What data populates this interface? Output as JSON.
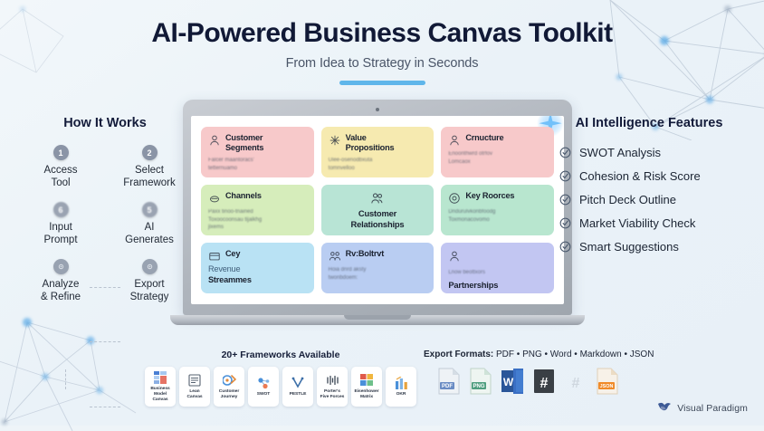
{
  "header": {
    "title": "AI-Powered Business Canvas Toolkit",
    "subtitle": "From Idea to Strategy in Seconds",
    "accent_color": "#5fb6ea"
  },
  "how_it_works": {
    "heading": "How It Works",
    "steps": [
      {
        "badge": "1",
        "label": "Access\nTool"
      },
      {
        "badge": "2",
        "label": "Select\nFramework"
      },
      {
        "badge": "6",
        "label": "Input\nPrompt"
      },
      {
        "badge": "5",
        "label": "AI\nGenerates"
      },
      {
        "badge": "",
        "label": "Analyze\n& Refine"
      },
      {
        "badge": "",
        "label": "Export\nStrategy"
      }
    ]
  },
  "laptop": {
    "canvas_cards": [
      {
        "title": "Customer\nSegments",
        "body": "Falcer maantoracs'\ntetternuamo",
        "color": "#f7c9ca",
        "icon": "person-icon",
        "layout": "top"
      },
      {
        "title": "Value\nPropositions",
        "body": "Ulee-osenodbxuta\ntomnvelloo",
        "color": "#f6eab0",
        "icon": "sparkle-icon",
        "layout": "top"
      },
      {
        "title": "Crnucture",
        "body": "Enoonthwrd otrfov\nLomcaox",
        "color": "#f7c9ca",
        "icon": "person-icon",
        "layout": "top"
      },
      {
        "title": "Channels",
        "body": "Paxx tinoo-tnained\nToxoocoonsau tijaikhg\njixems",
        "color": "#d6edbb",
        "icon": "cloud-icon",
        "layout": "top"
      },
      {
        "title": "Customer\nRelationships",
        "body": "",
        "color": "#b8e4d5",
        "icon": "people-icon",
        "layout": "center"
      },
      {
        "title": "Key Roorces",
        "body": "Dndurulvkonbfoodg\nToxmonacovomo",
        "color": "#b8e6cf",
        "icon": "at-icon",
        "layout": "top"
      },
      {
        "title": "Cey",
        "subtitle": "Revenue",
        "title2": "Streammes",
        "body": "",
        "color": "#b9e2f4",
        "icon": "card-icon",
        "layout": "stack"
      },
      {
        "title": "Rv:Boltrvt",
        "body": "Hoia dnrd aksty\ntwonbdoem:",
        "color": "#b9cdf2",
        "icon": "people-icon",
        "layout": "top"
      },
      {
        "title": "Partnerships",
        "body": "Lnow beottxors",
        "color": "#c2c6f2",
        "icon": "person-icon",
        "layout": "lowtitle"
      }
    ]
  },
  "ai_features": {
    "heading": "AI Intelligence Features",
    "items": [
      "SWOT Analysis",
      "Cohesion & Risk Score",
      "Pitch Deck Outline",
      "Market Viability Check",
      "Smart Suggestions"
    ]
  },
  "frameworks": {
    "heading": "20+ Frameworks Available",
    "items": [
      {
        "label": "Business\nModel\nCanvas",
        "icon": "canvas-grid-icon"
      },
      {
        "label": "Lean\nCanvas",
        "icon": "document-icon"
      },
      {
        "label": "Customer\nJourney",
        "icon": "journey-icon"
      },
      {
        "label": "SWOT",
        "icon": "swot-nodes-icon"
      },
      {
        "label": "PESTLE",
        "icon": "pestle-v-icon"
      },
      {
        "label": "Porter's\nFive Forces",
        "icon": "five-forces-icon"
      },
      {
        "label": "Eisenhower\nMatrix",
        "icon": "matrix-icon"
      },
      {
        "label": "OKR",
        "icon": "bar-chart-icon"
      }
    ]
  },
  "exports": {
    "heading_label": "Export Formats:",
    "heading_values": " PDF • PNG • Word • Markdown • JSON",
    "icons": [
      {
        "name": "pdf-file-icon",
        "label": "PDF",
        "color": "#6a8cc4"
      },
      {
        "name": "png-file-icon",
        "label": "PNG",
        "color": "#4f9e7f"
      },
      {
        "name": "word-file-icon",
        "label": "W",
        "color": "#2a5699"
      },
      {
        "name": "markdown-file-icon",
        "label": "#",
        "color": "#3a3f45"
      },
      {
        "name": "markdown-alt-icon",
        "label": "#",
        "color": "#c8cdd4"
      },
      {
        "name": "json-file-icon",
        "label": "JSON",
        "color": "#f08a28"
      }
    ]
  },
  "logo": {
    "text": "Visual Paradigm"
  }
}
